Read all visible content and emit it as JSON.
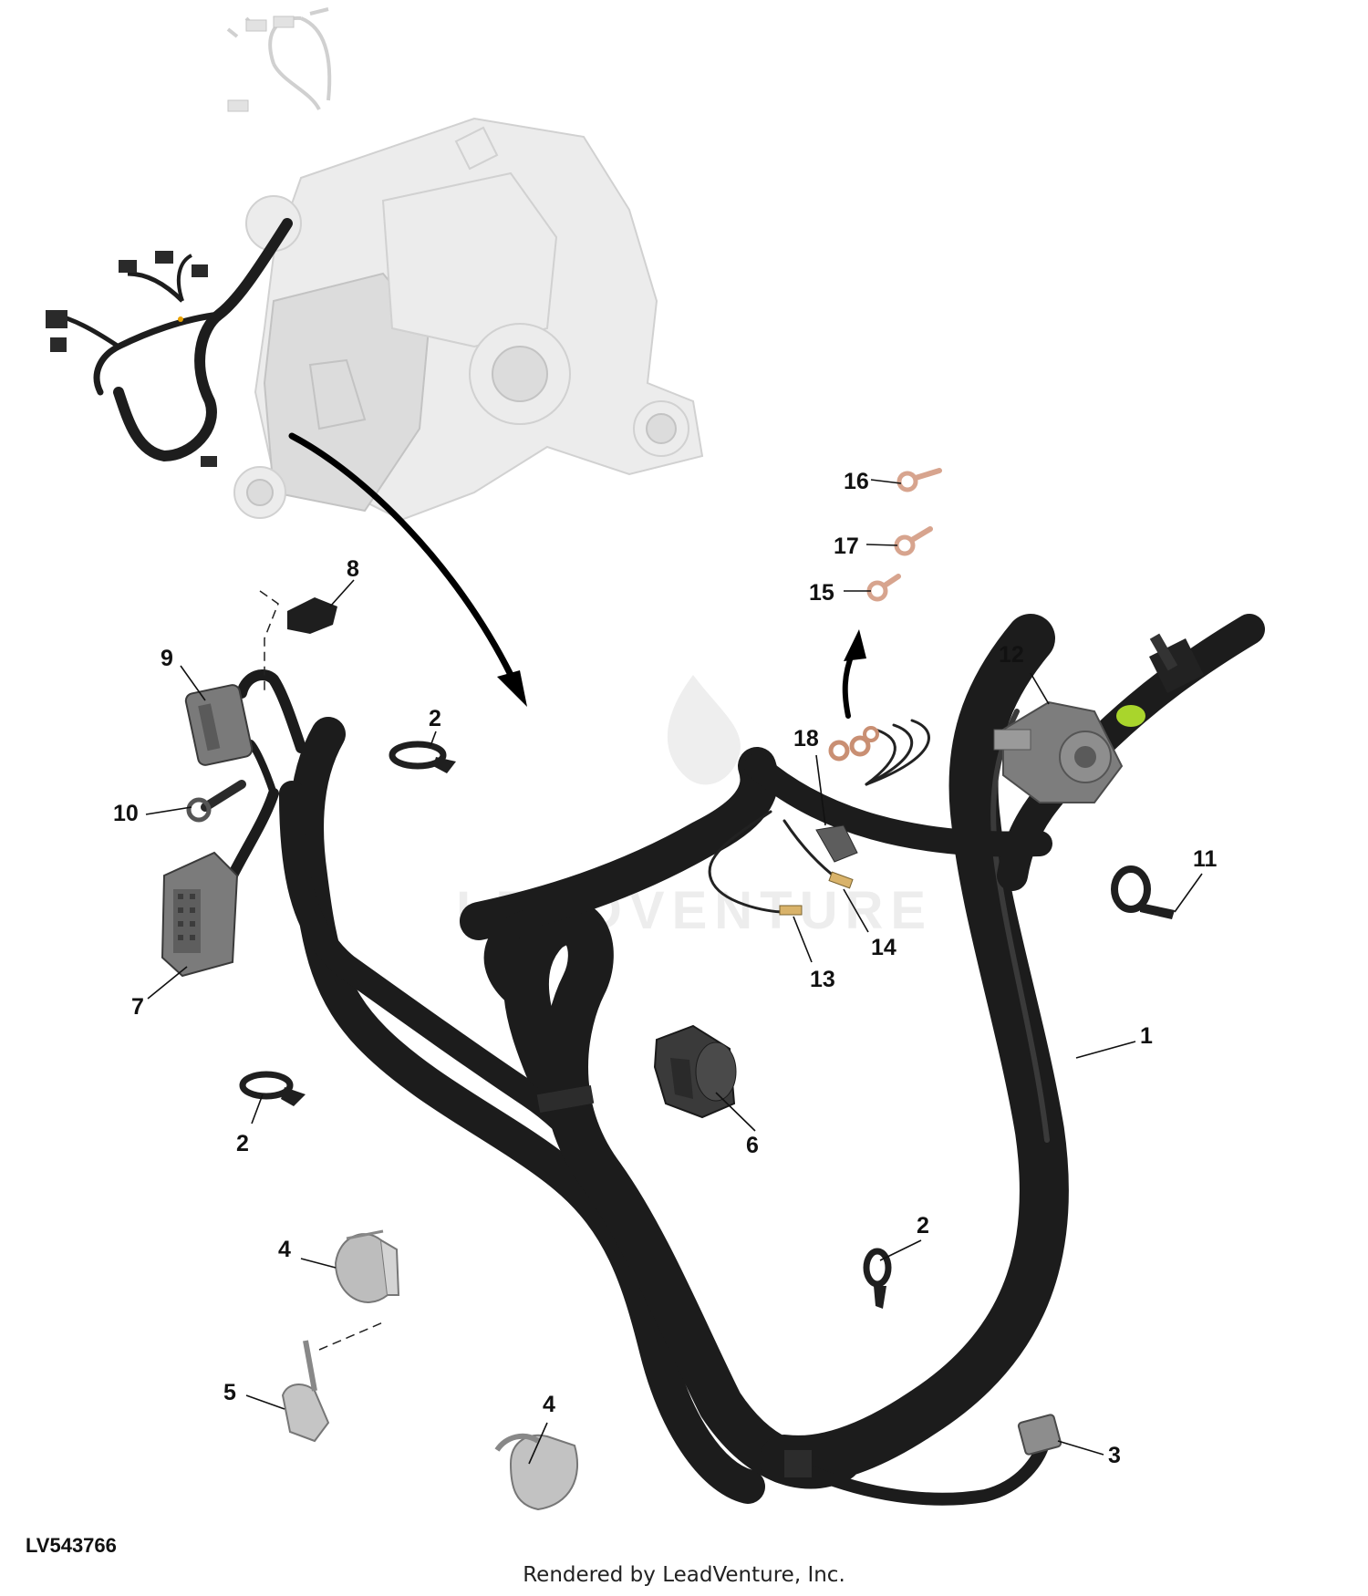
{
  "figure_id": "LV543766",
  "render_credit": "Rendered by LeadVenture, Inc.",
  "callouts": {
    "c1": "1",
    "c2a": "2",
    "c2b": "2",
    "c2c": "2",
    "c3": "3",
    "c4a": "4",
    "c4b": "4",
    "c5": "5",
    "c6": "6",
    "c7": "7",
    "c8": "8",
    "c9": "9",
    "c10": "10",
    "c11": "11",
    "c12": "12",
    "c13": "13",
    "c14": "14",
    "c15": "15",
    "c16": "16",
    "c17": "17",
    "c18": "18"
  },
  "colors": {
    "harness": "#1c1c1c",
    "terminal_copper": "#d7a48e",
    "connector_gray": "#7d7d7d",
    "accent_green": "#a9d52c"
  }
}
